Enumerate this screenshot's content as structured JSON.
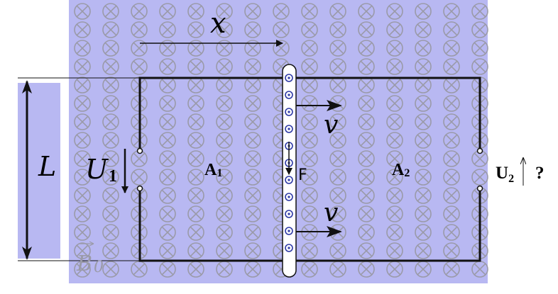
{
  "colors": {
    "field_fill": "#b8b8f2",
    "symbol": "#9a9aa8",
    "wire": "#111111",
    "rod_fill": "#ffffff",
    "rod_dot": "#2e3aa6",
    "bg": "#ffffff"
  },
  "icons": {
    "field_symbol": "cross-in-circle-icon",
    "charge_symbol": "dot-in-circle-icon"
  },
  "labels": {
    "x": "x",
    "L": "L",
    "U1_main": "U",
    "U1_sub": "1",
    "A1_main": "A",
    "A1_sub": "1",
    "F": "F",
    "A2_main": "A",
    "A2_sub": "2",
    "U2_main": "U",
    "U2_sub": "2",
    "question": "?",
    "v_top": "v",
    "v_bottom": "v",
    "B0_main": "B",
    "B0_sub": "0"
  }
}
